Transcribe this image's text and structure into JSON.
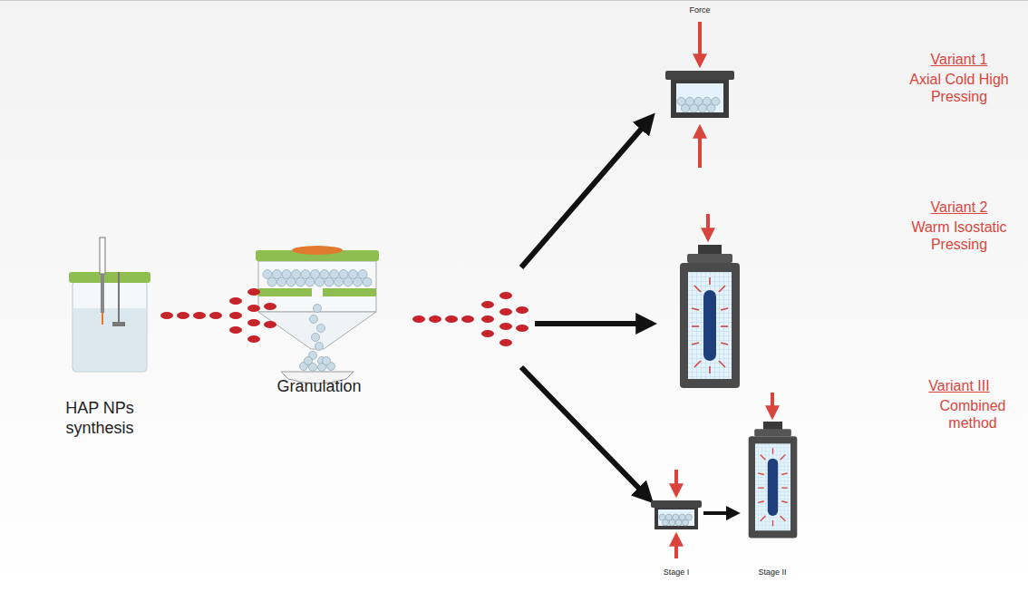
{
  "diagram": {
    "labels": [
      "HAP NPs synthesis",
      "Granulation",
      "Force",
      "Variant 1",
      "Axial Cold High Pressing",
      "Variant 2",
      "Warm Isostatic Pressing",
      "Variant III",
      "Combined method",
      "Stage I",
      "Stage II"
    ]
  }
}
